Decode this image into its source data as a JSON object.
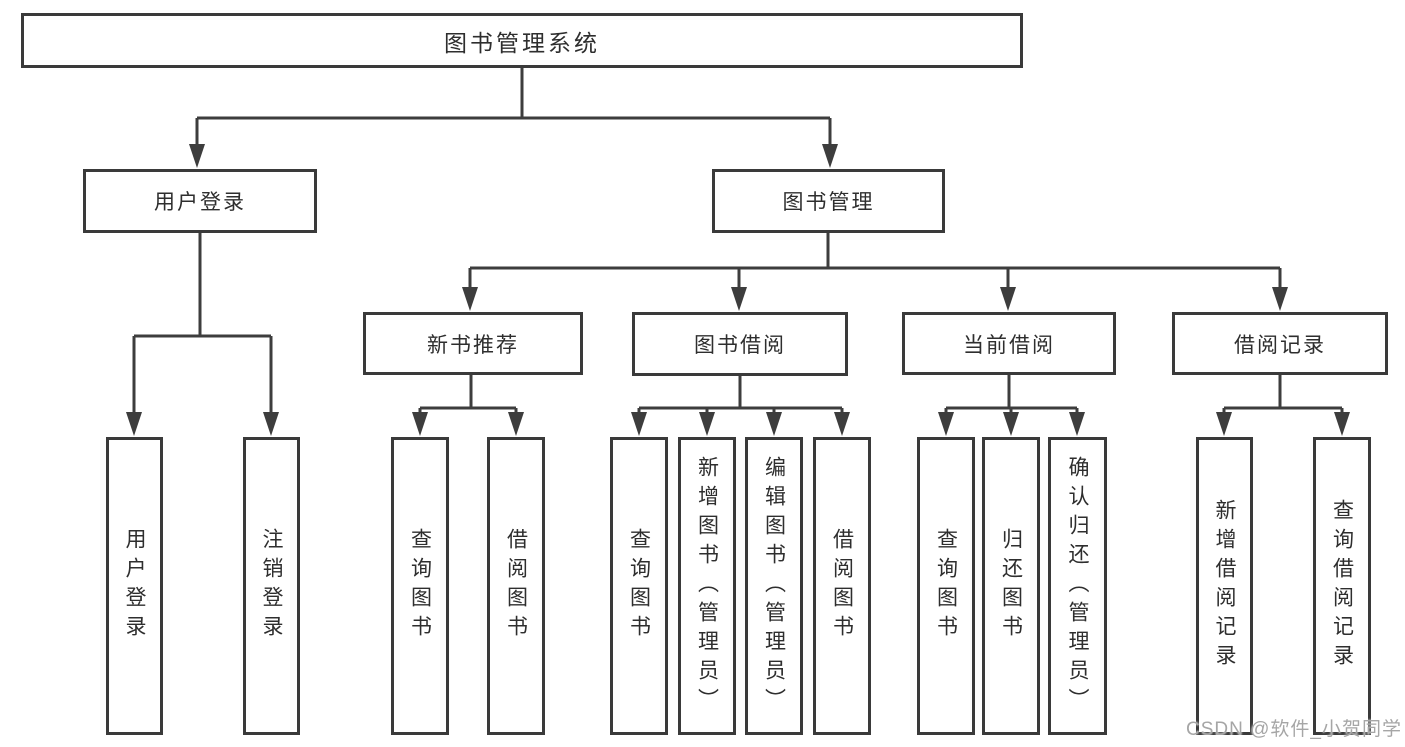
{
  "diagram": {
    "title": "图书管理系统",
    "type": "functional-structure-chart",
    "nodes": {
      "root": "图书管理系统",
      "userLogin": "用户登录",
      "bookMgmt": "图书管理",
      "newBookRec": "新书推荐",
      "bookBorrow": "图书借阅",
      "currentBorrow": "当前借阅",
      "borrowRecord": "借阅记录",
      "leafUserLogin": "用户登录",
      "leafLogout": "注销登录",
      "leafQueryBookA": "查询图书",
      "leafBorrowBookA": "借阅图书",
      "leafQueryBookB": "查询图书",
      "leafAddBook": "新增图书（管理员）",
      "leafEditBook": "编辑图书（管理员）",
      "leafBorrowBookB": "借阅图书",
      "leafQueryBookC": "查询图书",
      "leafReturnBook": "归还图书",
      "leafConfirmReturn": "确认归还（管理员）",
      "leafAddRecord": "新增借阅记录",
      "leafQueryRecord": "查询借阅记录"
    },
    "tree": [
      {
        "label": "图书管理系统",
        "children": [
          {
            "label": "用户登录",
            "children": [
              {
                "label": "用户登录"
              },
              {
                "label": "注销登录"
              }
            ]
          },
          {
            "label": "图书管理",
            "children": [
              {
                "label": "新书推荐",
                "children": [
                  {
                    "label": "查询图书"
                  },
                  {
                    "label": "借阅图书"
                  }
                ]
              },
              {
                "label": "图书借阅",
                "children": [
                  {
                    "label": "查询图书"
                  },
                  {
                    "label": "新增图书（管理员）"
                  },
                  {
                    "label": "编辑图书（管理员）"
                  },
                  {
                    "label": "借阅图书"
                  }
                ]
              },
              {
                "label": "当前借阅",
                "children": [
                  {
                    "label": "查询图书"
                  },
                  {
                    "label": "归还图书"
                  },
                  {
                    "label": "确认归还（管理员）"
                  }
                ]
              },
              {
                "label": "借阅记录",
                "children": [
                  {
                    "label": "新增借阅记录"
                  },
                  {
                    "label": "查询借阅记录"
                  }
                ]
              }
            ]
          }
        ]
      }
    ],
    "watermark": "CSDN @软件_小贺同学",
    "colors": {
      "line": "#3d3d3d",
      "border": "#3a3a3a",
      "text": "#2e2e2e",
      "background": "#ffffff",
      "watermark": "#a6a6a6"
    }
  }
}
